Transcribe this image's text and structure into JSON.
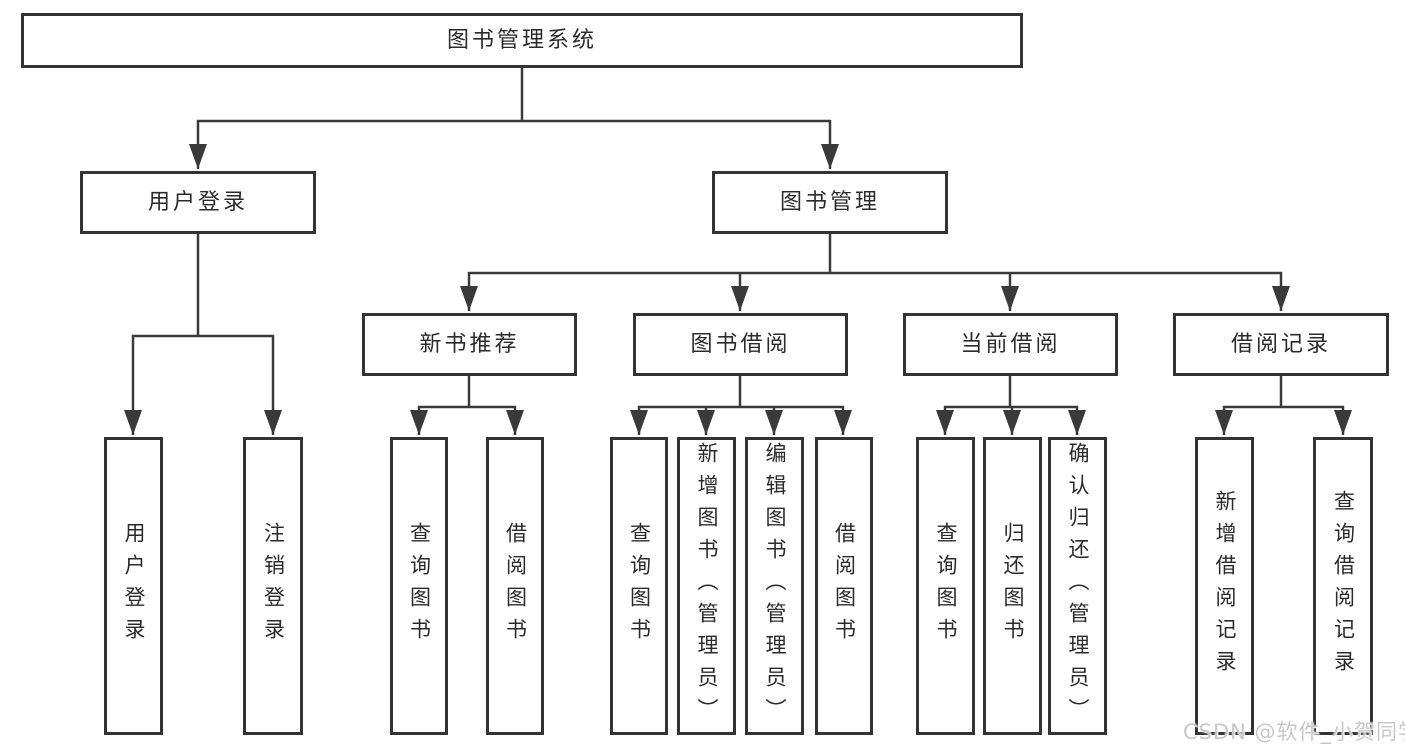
{
  "root": {
    "label": "图书管理系统"
  },
  "level2": [
    {
      "label": "用户登录"
    },
    {
      "label": "图书管理"
    }
  ],
  "level3": [
    {
      "label": "新书推荐"
    },
    {
      "label": "图书借阅"
    },
    {
      "label": "当前借阅"
    },
    {
      "label": "借阅记录"
    }
  ],
  "leaves": {
    "user_login": [
      {
        "label": "用户登录"
      },
      {
        "label": "注销登录"
      }
    ],
    "new_book": [
      {
        "label": "查询图书"
      },
      {
        "label": "借阅图书"
      }
    ],
    "book_borrow": [
      {
        "label": "查询图书"
      },
      {
        "label": "新增图书（管理员）"
      },
      {
        "label": "编辑图书（管理员）"
      },
      {
        "label": "借阅图书"
      }
    ],
    "current_borrow": [
      {
        "label": "查询图书"
      },
      {
        "label": "归还图书"
      },
      {
        "label": "确认归还（管理员）"
      }
    ],
    "borrow_record": [
      {
        "label": "新增借阅记录"
      },
      {
        "label": "查询借阅记录"
      }
    ]
  },
  "watermark": {
    "text": "CSDN @软件_小贺同学"
  },
  "colors": {
    "line": "#3a3a3a",
    "box_border": "#333333",
    "box_fill": "#ffffff",
    "text": "#2b2b2b",
    "watermark": "#c8c8c8",
    "background": "#ffffff"
  }
}
